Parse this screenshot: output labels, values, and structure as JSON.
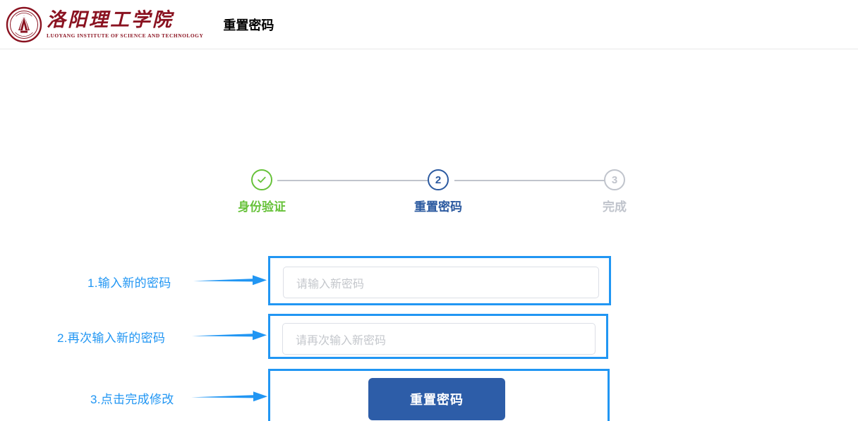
{
  "header": {
    "logo": {
      "icon_name": "luoyang-institute-seal-logo",
      "name_cn": "洛阳理工学院",
      "name_en": "LUOYANG INSTITUTE OF SCIENCE AND TECHNOLOGY",
      "color": "#8a1220"
    },
    "title": "重置密码"
  },
  "stepper": {
    "steps": [
      {
        "number": "1",
        "glyph": "check-icon",
        "label": "身份验证",
        "state": "done",
        "color": "#67c23a"
      },
      {
        "number": "2",
        "glyph": "2",
        "label": "重置密码",
        "state": "active",
        "color": "#2c5aa0"
      },
      {
        "number": "3",
        "glyph": "3",
        "label": "完成",
        "state": "upcoming",
        "color": "#c0c4cc"
      }
    ]
  },
  "annotations": {
    "accent_color": "#2196f3",
    "step1": "1.输入新的密码",
    "step2": "2.再次输入新的密码",
    "step3": "3.点击完成修改",
    "arrow_icon": "right-arrow-icon"
  },
  "form": {
    "new_password": {
      "placeholder": "请输入新密码",
      "value": ""
    },
    "confirm_password": {
      "placeholder": "请再次输入新密码",
      "value": ""
    },
    "submit": {
      "label": "重置密码",
      "color": "#2d5da8"
    }
  }
}
